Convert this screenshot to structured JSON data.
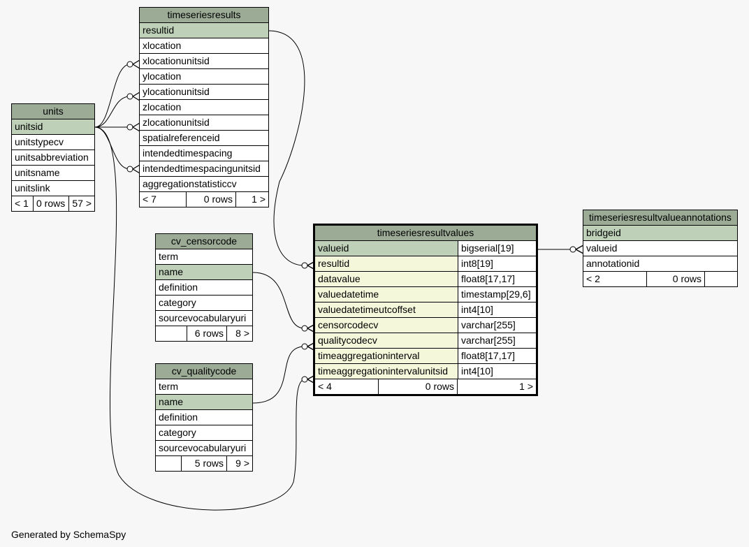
{
  "tables": {
    "units": {
      "name": "units",
      "columns": [
        "unitsid",
        "unitstypecv",
        "unitsabbreviation",
        "unitsname",
        "unitslink"
      ],
      "footer": [
        "< 1",
        "0 rows",
        "57 >"
      ]
    },
    "timeseriesresults": {
      "name": "timeseriesresults",
      "columns": [
        "resultid",
        "xlocation",
        "xlocationunitsid",
        "ylocation",
        "ylocationunitsid",
        "zlocation",
        "zlocationunitsid",
        "spatialreferenceid",
        "intendedtimespacing",
        "intendedtimespacingunitsid",
        "aggregationstatisticcv"
      ],
      "footer": [
        "< 7",
        "0 rows",
        "1 >"
      ]
    },
    "cv_censorcode": {
      "name": "cv_censorcode",
      "columns": [
        "term",
        "name",
        "definition",
        "category",
        "sourcevocabularyuri"
      ],
      "footer": [
        "",
        "6 rows",
        "8 >"
      ]
    },
    "cv_qualitycode": {
      "name": "cv_qualitycode",
      "columns": [
        "term",
        "name",
        "definition",
        "category",
        "sourcevocabularyuri"
      ],
      "footer": [
        "",
        "5 rows",
        "9 >"
      ]
    },
    "timeseriesresultvalues": {
      "name": "timeseriesresultvalues",
      "columns": [
        {
          "name": "valueid",
          "type": "bigserial[19]"
        },
        {
          "name": "resultid",
          "type": "int8[19]"
        },
        {
          "name": "datavalue",
          "type": "float8[17,17]"
        },
        {
          "name": "valuedatetime",
          "type": "timestamp[29,6]"
        },
        {
          "name": "valuedatetimeutcoffset",
          "type": "int4[10]"
        },
        {
          "name": "censorcodecv",
          "type": "varchar[255]"
        },
        {
          "name": "qualitycodecv",
          "type": "varchar[255]"
        },
        {
          "name": "timeaggregationinterval",
          "type": "float8[17,17]"
        },
        {
          "name": "timeaggregationintervalunitsid",
          "type": "int4[10]"
        }
      ],
      "footer": [
        "< 4",
        "0 rows",
        "1 >"
      ]
    },
    "timeseriesresultvalueannotations": {
      "name": "timeseriesresultvalueannotations",
      "columns": [
        "bridgeid",
        "valueid",
        "annotationid"
      ],
      "footer": [
        "< 2",
        "0 rows",
        ""
      ]
    }
  },
  "colors": {
    "header": "#9bab96",
    "primary_key": "#bed1b8",
    "foreign_key": "#f4f7da",
    "background": "#f7f7f7"
  },
  "footer_text": "Generated by SchemaSpy"
}
